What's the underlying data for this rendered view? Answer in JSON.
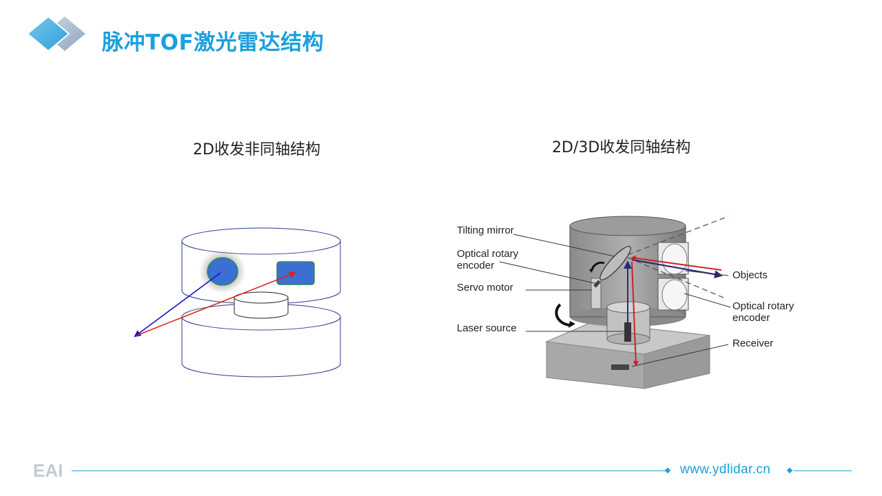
{
  "header": {
    "title": "脉冲TOF激光雷达结构"
  },
  "captions": {
    "left": "2D收发非同轴结构",
    "right": "2D/3D收发同轴结构"
  },
  "labels": {
    "tilting_mirror": "Tilting mirror",
    "optical_rotary_encoder_left_1": "Optical rotary",
    "optical_rotary_encoder_left_2": "encoder",
    "servo_motor": "Servo motor",
    "laser_source": "Laser source",
    "objects": "Objects",
    "optical_rotary_encoder_right_1": "Optical rotary",
    "optical_rotary_encoder_right_2": "encoder",
    "receiver": "Receiver"
  },
  "footer": {
    "logo": "EAI",
    "website": "www.ydlidar.cn"
  },
  "colors": {
    "accent": "#1aa0dd",
    "emitter": "#3b6fd1",
    "laser_red": "#e02020",
    "laser_blue": "#1010d0"
  }
}
